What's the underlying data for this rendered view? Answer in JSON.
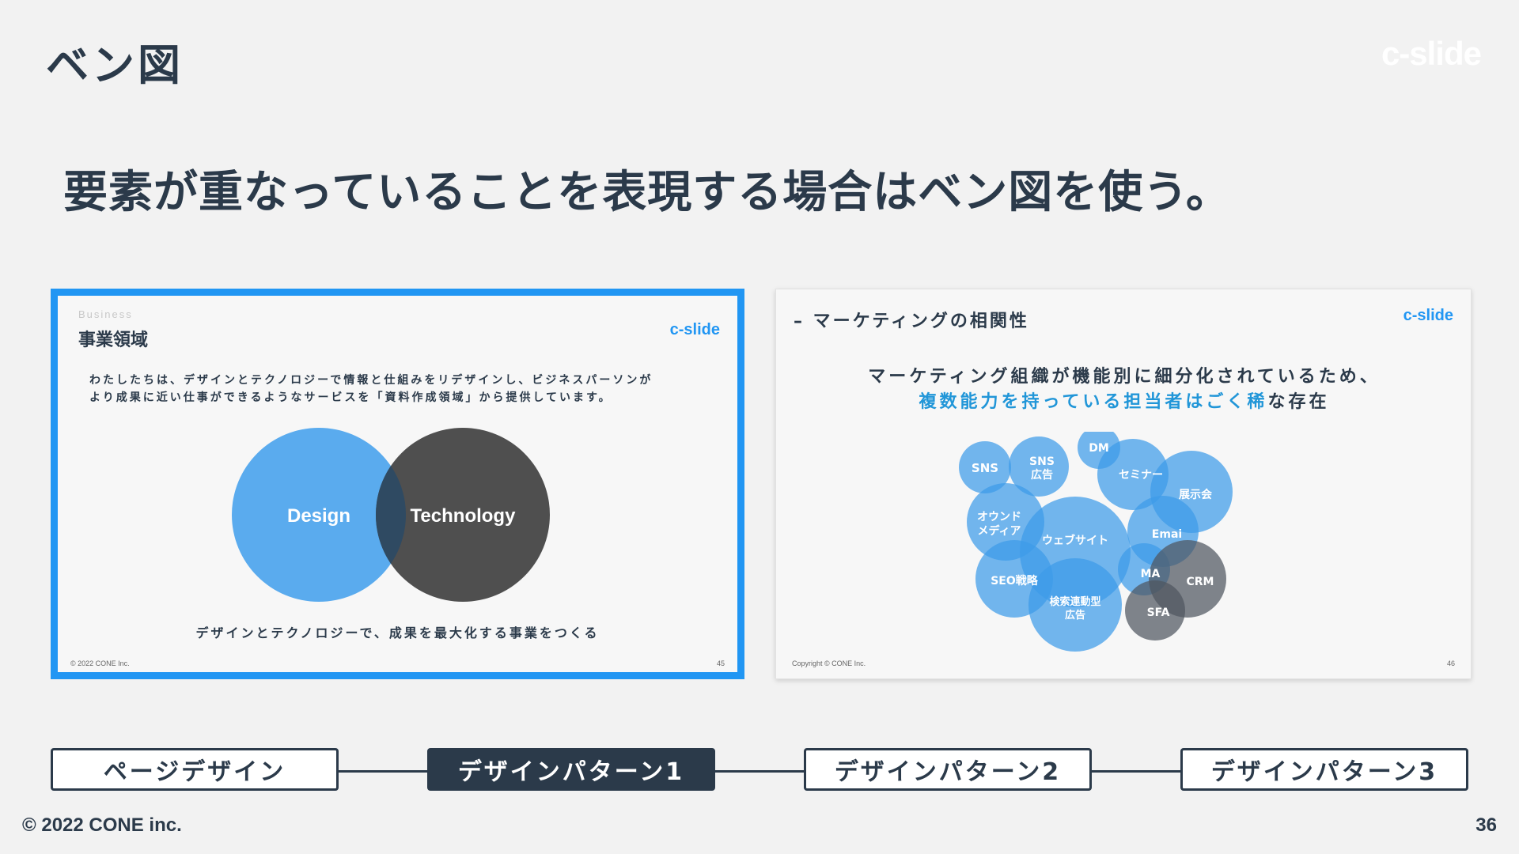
{
  "header": {
    "title": "ベン図",
    "brand": "c-slide"
  },
  "headline": "要素が重なっていることを表現する場合はベン図を使う。",
  "thumbnail_1": {
    "eyebrow": "Business",
    "heading": "事業領域",
    "logo": "c-slide",
    "body_line_1": "わたしたちは、デザインとテクノロジーで情報と仕組みをリデザインし、ビジネスパーソンが",
    "body_line_2": "より成果に近い仕事ができるようなサービスを「資料作成領域」から提供しています。",
    "venn_left_label": "Design",
    "venn_right_label": "Technology",
    "caption": "デザインとテクノロジーで、成果を最大化する事業をつくる",
    "copyright": "© 2022 CONE Inc.",
    "page_no": "45",
    "colors": {
      "left": "#5aabee",
      "right": "#4f4f4f",
      "overlap": "#2f4a62"
    }
  },
  "thumbnail_2": {
    "heading": "– マーケティングの相関性",
    "logo": "c-slide",
    "lead_line_1": "マーケティング組織が機能別に細分化されているため、",
    "lead_line_2_highlight": "複数能力を持っている担当者はごく稀",
    "lead_line_2_rest": "な存在",
    "bubbles": {
      "sns": "SNS",
      "sns_ad_1": "SNS",
      "sns_ad_2": "広告",
      "dm": "DM",
      "seminar": "セミナー",
      "exhibition": "展示会",
      "owned_1": "オウンド",
      "owned_2": "メディア",
      "website": "ウェブサイト",
      "email": "Emai",
      "ma": "MA",
      "crm": "CRM",
      "seo": "SEO戦略",
      "search_ad_1": "検索連動型",
      "search_ad_2": "広告",
      "sfa": "SFA"
    },
    "copyright": "Copyright © CONE Inc.",
    "page_no": "46",
    "colors": {
      "blue": "#3d9be9",
      "grey": "#4f5660",
      "highlight": "#2196d8"
    }
  },
  "nav": {
    "items": [
      "ページデザイン",
      "デザインパターン1",
      "デザインパターン2",
      "デザインパターン3"
    ],
    "active_index": 1
  },
  "footer": {
    "copyright": "© 2022 CONE inc.",
    "page_number": "36"
  }
}
